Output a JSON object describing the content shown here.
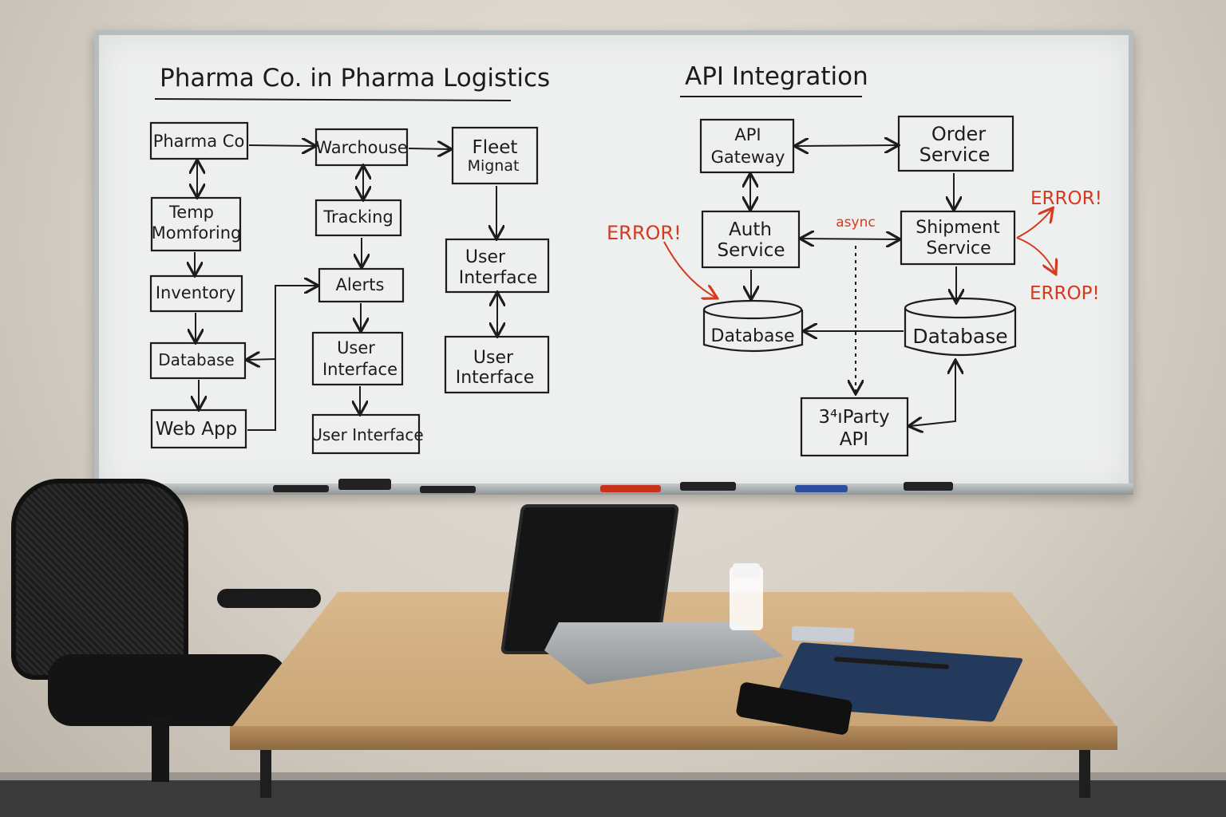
{
  "left_diagram": {
    "title": "Pharma Co. in Pharma Logistics",
    "nodes": [
      {
        "id": "pharma",
        "label": [
          "Pharma Co"
        ]
      },
      {
        "id": "warehouse",
        "label": [
          "Warchouse"
        ]
      },
      {
        "id": "fleet",
        "label": [
          "Fleet",
          "Mignat"
        ]
      },
      {
        "id": "temp",
        "label": [
          "Temp",
          "Momforing"
        ]
      },
      {
        "id": "tracking",
        "label": [
          "Tracking"
        ]
      },
      {
        "id": "ui_fleet",
        "label": [
          "User",
          "Interface"
        ]
      },
      {
        "id": "inventory",
        "label": [
          "Inventory"
        ]
      },
      {
        "id": "alerts",
        "label": [
          "Alerts"
        ]
      },
      {
        "id": "ui_alerts",
        "label": [
          "User",
          "Interface"
        ]
      },
      {
        "id": "ui_fleet2",
        "label": [
          "User",
          "Interface"
        ]
      },
      {
        "id": "database",
        "label": [
          "Database"
        ]
      },
      {
        "id": "webapp",
        "label": [
          "Web App"
        ]
      },
      {
        "id": "ui_bottom",
        "label": [
          "User Interface"
        ]
      }
    ]
  },
  "right_diagram": {
    "title": "API Integration",
    "nodes": [
      {
        "id": "gateway",
        "label": [
          "API",
          "Gateway"
        ]
      },
      {
        "id": "order",
        "label": [
          "Order",
          "Service"
        ]
      },
      {
        "id": "auth",
        "label": [
          "Auth",
          "Service"
        ]
      },
      {
        "id": "shipment",
        "label": [
          "Shipment",
          "Service"
        ]
      },
      {
        "id": "db_left",
        "label": [
          "Database"
        ]
      },
      {
        "id": "db_right",
        "label": [
          "Database"
        ]
      },
      {
        "id": "third",
        "label": [
          "3⁴ıParty",
          "API"
        ]
      }
    ],
    "async_label": "async",
    "error_labels": [
      "ERROR!",
      "ERROR!",
      "ERROP!"
    ]
  },
  "colors": {
    "ink": "#1c1c1c",
    "error_ink": "#d63a1e",
    "board": "#eef0ef",
    "desk": "#d9b88c"
  }
}
